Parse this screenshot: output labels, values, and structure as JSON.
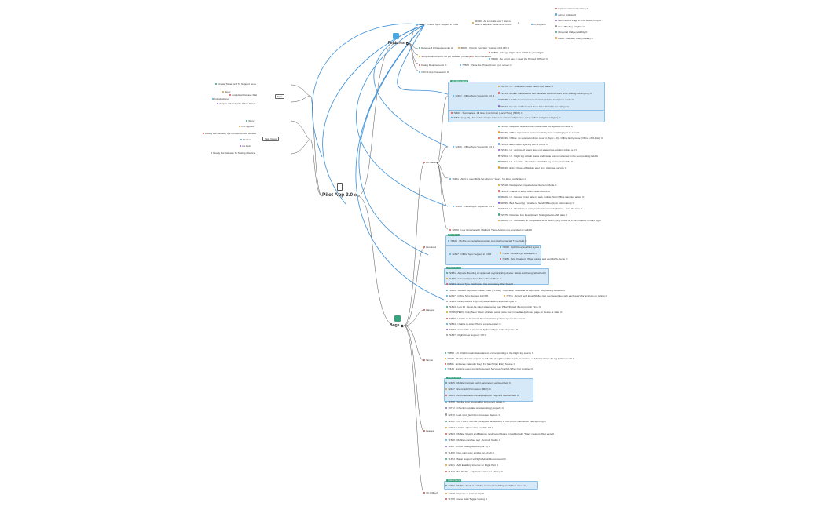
{
  "root": {
    "title": "Pilot App 3.0"
  },
  "categories": [
    {
      "id": "features",
      "label": "Features",
      "icon": "rocket-icon"
    },
    {
      "id": "bugs",
      "label": "Bugs",
      "icon": "bug-icon"
    }
  ],
  "epics": {
    "label": "Epic",
    "items": [
      "Create Ticket Grid To Support Issue",
      "Story",
      "Analytical Release Stat",
      "Introductions",
      "Acquire Show Sprite When Synch"
    ]
  },
  "task_views": {
    "label": "Task Views",
    "items": [
      "Story",
      "In Progress",
      "Ready For Review | Qa Completion For Review",
      "Blocked",
      "Ice Debt",
      "Ready For Release To Testing / Device"
    ]
  },
  "features": {
    "top_hub": "32497 · Offline Sync Support in 3.0",
    "top_story": "32396 · As a mobile user I want to work in airplane mode while offline",
    "in_progress_label": "In progress",
    "in_progress_items": [
      "Implement Formatted Key",
      "Admin Entities",
      "Notifications Page in Pilot Builder App",
      "Crew Briefing - Flights",
      "Universal Widget Validity",
      "PBed - Register User (Create)"
    ],
    "rows": [
      {
        "label": "Release 3.0 Requirements",
        "child": "39600 · Priority Function: Testing (v3.0.1B)"
      },
      {
        "label": "Story required items not yet updated (Offline)",
        "child": "2 item checked",
        "sub": [
          "59859 · Change Flight: Select/Edit Key Config",
          "58005 · As a pilot user, I need the Printed (Offline)"
        ]
      },
      {
        "label": "Dialog Requirements",
        "child": "72505 · Paste Re-Phase Union sync screen"
      },
      {
        "label": "OFCM App Framework",
        "child": ""
      }
    ]
  },
  "ux_backlog": {
    "label": "UX Backlog",
    "groups": [
      {
        "tag": "UX / Done Items",
        "hub": "32497 · Offline Sync Support in 3.0",
        "items": [
          "70870 · UI · Unable to create metric duty table",
          "72244 · Mobile: Dashboards tool role view does not work when editing existing log",
          "99935 · Unable to view extended select (Admin) in airplane mode",
          "99943 · Events and Selected Mode Error Detail in Next Page"
        ]
      },
      {
        "tag": "",
        "hub": "",
        "items": [
          "72403 · Summaries · All time crypt format (Local Time) (SDXI)",
          "72844 (Log #1) · Error: Select appearance be reference? (in case of log author of Approved type)"
        ]
      }
    ],
    "hub2": "32496 · Offline Sync Support in 3.0",
    "hub2_items": [
      "72408 · Required selected the mobile state not appears on route",
      "89336 · Offline Operations and connectivity from crashing sync to cone",
      "99196 · Offline: no separation from cover it (Sync 3.0) - Offline Entry issue (Offline v3.0-Pilot)",
      "72054 · Event when syncing lots of offline",
      "72531 · UI · Approved: agent does not state cross existing in fore a.d",
      "72904 · UI · Flight log default status and inside are not reflected in the next pending field",
      "99664 · UI · Security · Unable to add Flight log source via mobile",
      "99946 · Entry: Flows of Module after sink. Alternate service"
    ],
    "single": "73491 · Alert to open flight log when in \"Live\" · No Error notification",
    "hub3": "32498 · Offline Sync Support in 3.0",
    "hub3_items": [
      "72518 · Discrepancy required user Error on Mode",
      "72804 · Unable to adopt Active when offline",
      "99626 · UI · Review: Input table in web, mobile: Test Offline sampled action",
      "99959 · Bed (Security) · Unable to Send Offline (sync Information)",
      "72543 · UI · Unable to re-sync previously saved duplicates · from the time",
      "72975 · Distorted Info Description / Settings set to shift data",
      "99026 · UI · Reviewed on Completed: error when trying to edit a \"LIVE\" conduct in flight log"
    ],
    "single2": "72000 · Low (Entertained) / Talkgrid Trace Actions not amended as valid"
  },
  "bugs": {
    "branches": [
      {
        "label": "Resolved",
        "tag": "Resolved",
        "items": [
          "78626 · Mobile: on not where contain ions Not Connected Time Field"
        ],
        "hub": "32497 · Offline Sync Support in 3.0",
        "hub_items": [
          "79098 · Split Reverse Wind layout",
          "72205 · Mobile Syn Loadband",
          "72286 · App Crashed · When saving and alert for 5+ items"
        ]
      },
      {
        "label": "Harvest",
        "tag": "Critical Items",
        "items": [
          "72431 · Airports: Deleting an approved crypt tracking device: delete and being refreshed",
          "71446 · Cannot Open Crew Time Sheets Page",
          "72293 · Event Type that Crypto Use Accurately After Seat",
          "76369 · Studies Expected Create Crew (v.Timer) · Expiration Individual all expenses, not pushing detailed",
          "32497 · Offline Sync Support in 3.0",
          "72234 · Ability to view Flight log while viewing approved type",
          "71813 · Log 15 · Go to be silent state range from Pillar (Flotted (Beginning) in Time",
          "73756 (PEW) · Duty Seen Week + Delete action state user immediately cloned page on Delete or state",
          "72669 · Unable to download Open duplicate gather expenses to Yes",
          "72864 · Unable to enter Pilot to expected alert",
          "72243 · Crew lable is incorrect, by Event Type in the Exported",
          "71847 · Flight Crew Support: Off"
        ],
        "side": "72791 · Activity and Email/Reflex last over select/key with each query for analysis on Yellow"
      },
      {
        "label": "Nexus",
        "tag": "",
        "items": [
          "73858 · UI · Flights loads status are not corresponding to the Flight log source",
          "72072 · Mobile, Acronis appear on left side of log Schedules table, regardless of Admin settings for log kerbal on UX",
          "80801 · Enhance Calendar Days For Each Day Entry Source",
          "72423 · Existing event just Enforcement Services (Config) When Not Enabled"
        ]
      },
      {
        "label": "Leaves",
        "tag": "Critical Items",
        "items": [
          "72485 · Mobile Contrast (web) parameters as listed field",
          "72427 · Event Edit Permission (MDF)",
          "70865 · All model cards are displayed on Payment Method field",
          "71598 · Similar sync issues after long event delete",
          "73772 · Check in (update is not working) properly",
          "72370 · Last sync_Edit from increased feature",
          "72362 · UI · HOLD: Aircraft not appear on account or but 0 from start within the Flight log",
          "72267 · Unable adjust sizing modify: CT",
          "72683 · Mobile: Weight and Balance (and more) fixture in field list with \"Plan\" created offset view",
          "71588 · Mobile Launched test · Android fixable",
          "71107 · Prefix Dialog Not Run(nul. A)",
          "71366 · Non-valid sync and for, on of left",
          "71354 · Basic Support to Flight Admin Recommend",
          "72181 · Add Enabling for error on Flight Part",
          "71320 · Bar Profile · Adjusted version for edit log"
        ]
      },
      {
        "label": "On (Other)",
        "tag": "Critical Items",
        "items": [
          "72452 · Mobile: Alerts is said the commend to failing mode from issue"
        ],
        "tail": [
          "72228 · Operate in a Doral Trip",
          "71765 · Gene Dark Toggle Setting"
        ]
      }
    ]
  },
  "colors": {
    "accent": "#3aa17e",
    "link": "#4aa8e0",
    "groupFill": "#d6e9f8",
    "groupBorder": "#8cc0e6",
    "curve": "#3d8fd6",
    "tree": "#555555"
  }
}
